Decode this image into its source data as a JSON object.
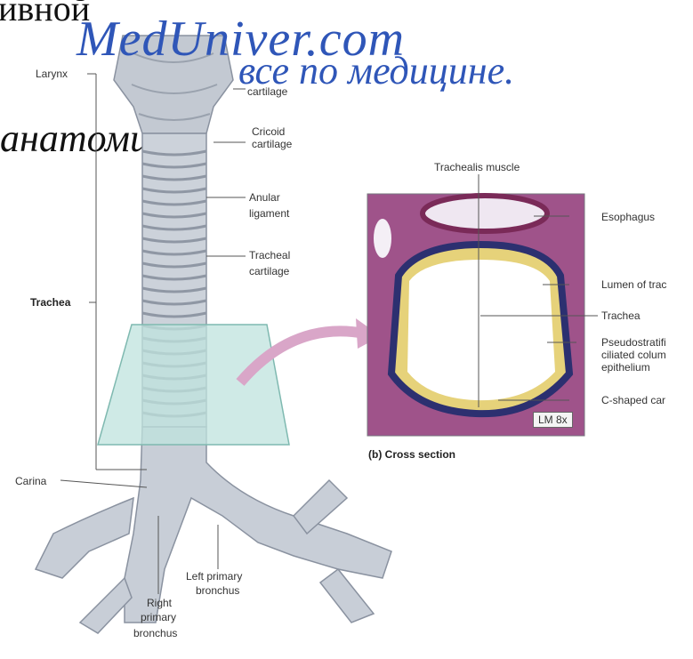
{
  "background_text": {
    "line1": "ивной",
    "line2": "анатомия и"
  },
  "watermark": {
    "site": "MedUniver.com",
    "tagline": "все по медицине."
  },
  "labels": {
    "larynx": "Larynx",
    "thyroid_cartilage": "cartilage",
    "cricoid_cartilage_1": "Cricoid",
    "cricoid_cartilage_2": "cartilage",
    "anular_1": "Anular",
    "anular_2": "ligament",
    "tracheal_cart_1": "Tracheal",
    "tracheal_cart_2": "cartilage",
    "trachea": "Trachea",
    "carina": "Carina",
    "left_bronchus_1": "Left primary",
    "left_bronchus_2": "bronchus",
    "right_bronchus_1": "Right",
    "right_bronchus_2": "primary",
    "right_bronchus_3": "bronchus"
  },
  "cross_section": {
    "trachealis_muscle": "Trachealis muscle",
    "esophagus": "Esophagus",
    "lumen": "Lumen of trac",
    "trachea": "Trachea",
    "epi_1": "Pseudostratifi",
    "epi_2": "ciliated colum",
    "epi_3": "epithelium",
    "c_shaped": "C-shaped car",
    "magnification": "LM 8x",
    "caption": "(b) Cross section"
  },
  "colors": {
    "watermark": "#2f56b8",
    "trachea_fill": "#c9ced6",
    "plane": "#bfe3de",
    "arrow": "#d9a6c8",
    "tissue": "#b04a7c"
  }
}
